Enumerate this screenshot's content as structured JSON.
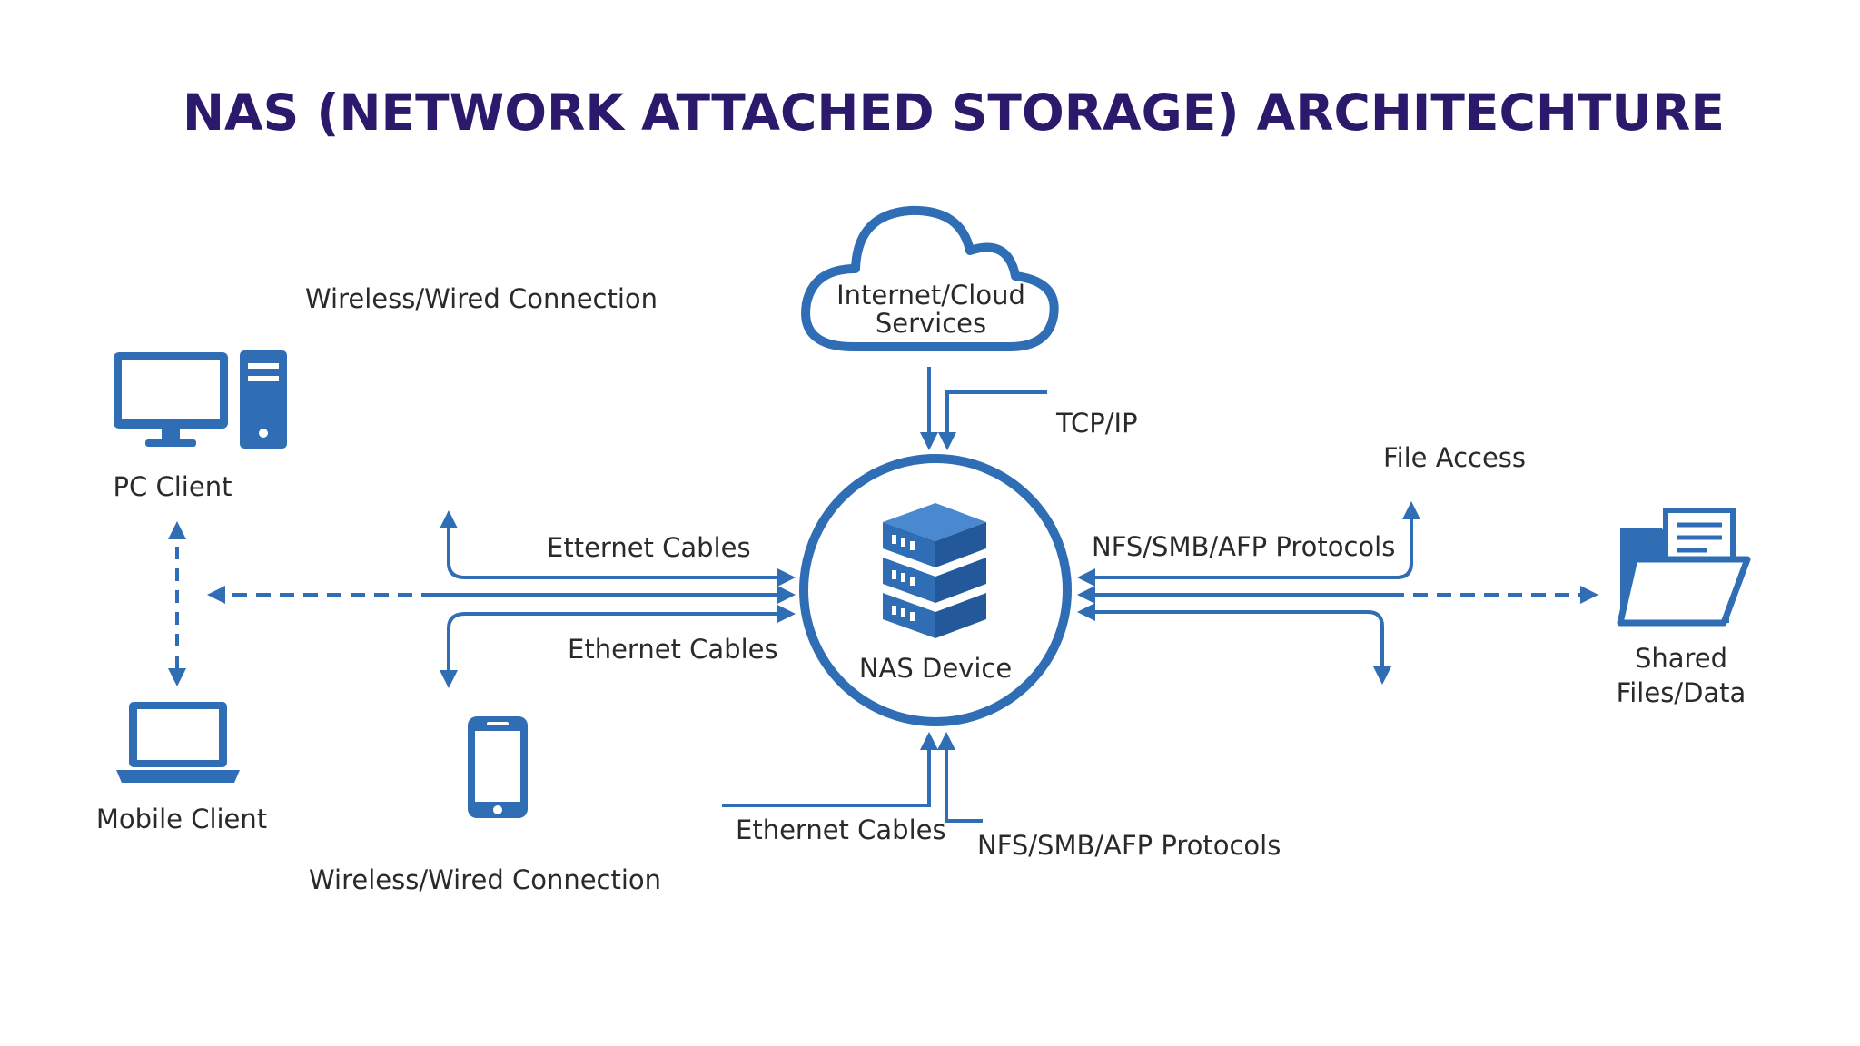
{
  "title": "NAS (NETWORK ATTACHED STORAGE) ARCHITECHTURE",
  "colors": {
    "title": "#2b1a6b",
    "accent": "#2f6db5",
    "text": "#2a2a2a"
  },
  "nodes": {
    "pc_client": {
      "label": "PC Client",
      "icon": "desktop-computer-icon"
    },
    "mobile_client": {
      "label": "Mobile Client",
      "icon": "laptop-icon"
    },
    "smartphone": {
      "icon": "smartphone-icon"
    },
    "cloud": {
      "label_line1": "Internet/Cloud",
      "label_line2": "Services",
      "icon": "cloud-icon"
    },
    "nas": {
      "label": "NAS Device",
      "icon": "server-stack-icon"
    },
    "shared": {
      "label_line1": "Shared",
      "label_line2": "Files/Data",
      "icon": "folder-documents-icon"
    }
  },
  "connections": {
    "wireless_top": "Wireless/Wired Connection",
    "wireless_bottom": "Wireless/Wired Connection",
    "ethernet_top": "Etternet Cables",
    "ethernet_middle": "Ethernet Cables",
    "ethernet_bottom": "Ethernet Cables",
    "tcpip": "TCP/IP",
    "file_access": "File Access",
    "protocols_right": "NFS/SMB/AFP Protocols",
    "protocols_bottom": "NFS/SMB/AFP Protocols"
  }
}
